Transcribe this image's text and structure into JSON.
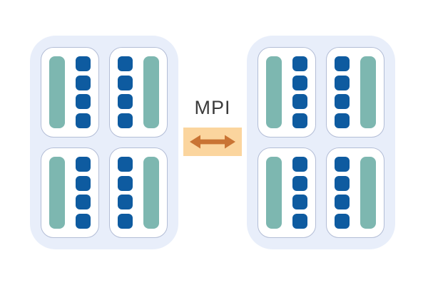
{
  "diagram": {
    "connector": {
      "label": "MPI",
      "arrow_type": "double-headed-horizontal"
    },
    "nodes": [
      {
        "name": "node-left",
        "sockets": [
          {
            "position": "top-left",
            "bar_side": "left",
            "bar_count": 1,
            "square_count": 4
          },
          {
            "position": "top-right",
            "bar_side": "right",
            "bar_count": 1,
            "square_count": 4
          },
          {
            "position": "bottom-left",
            "bar_side": "left",
            "bar_count": 1,
            "square_count": 4
          },
          {
            "position": "bottom-right",
            "bar_side": "right",
            "bar_count": 1,
            "square_count": 4
          }
        ]
      },
      {
        "name": "node-right",
        "sockets": [
          {
            "position": "top-left",
            "bar_side": "left",
            "bar_count": 1,
            "square_count": 4
          },
          {
            "position": "top-right",
            "bar_side": "right",
            "bar_count": 1,
            "square_count": 4
          },
          {
            "position": "bottom-left",
            "bar_side": "left",
            "bar_count": 1,
            "square_count": 4
          },
          {
            "position": "bottom-right",
            "bar_side": "right",
            "bar_count": 1,
            "square_count": 4
          }
        ]
      }
    ],
    "colors": {
      "node_bg": "#e8eefa",
      "card_bg": "#ffffff",
      "card_border": "#b3bdd6",
      "bar_teal": "#7db7b0",
      "square_blue": "#0e5ba0",
      "band_bg": "#fbd59e",
      "arrow_orange": "#c97434",
      "label_color": "#3b3b3b"
    }
  }
}
